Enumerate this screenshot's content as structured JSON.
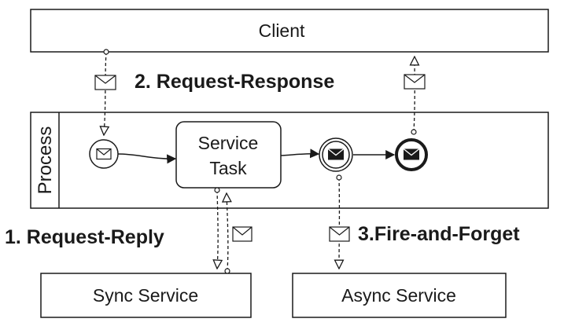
{
  "participants": {
    "client": "Client",
    "process": "Process",
    "sync_service": "Sync Service",
    "async_service": "Async Service"
  },
  "task": {
    "line1": "Service",
    "line2": "Task"
  },
  "patterns": {
    "request_reply": "1. Request-Reply",
    "request_response": "2. Request-Response",
    "fire_and_forget": "3.Fire-and-Forget"
  },
  "icons": {
    "message_start_event": "envelope-circle-icon",
    "message_intermediate_throw_event": "envelope-double-circle-icon",
    "message_end_event": "envelope-thick-circle-icon",
    "message_flow_marker": "envelope-icon"
  }
}
